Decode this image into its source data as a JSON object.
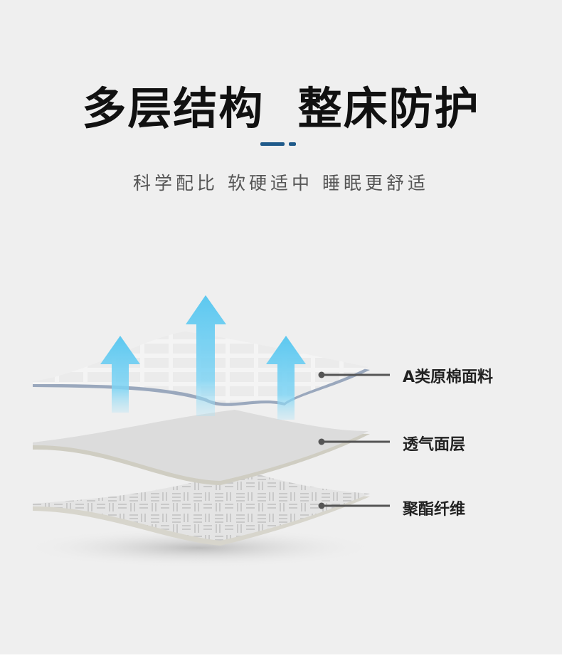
{
  "heading": {
    "title": "多层结构  整床防护",
    "subtitle": "科学配比 软硬适中 睡眠更舒适"
  },
  "layers": [
    {
      "label": "A类原棉面料"
    },
    {
      "label": "透气面层"
    },
    {
      "label": "聚酯纤维"
    }
  ],
  "colors": {
    "accent": "#1f5a8a",
    "arrow": "#5cc8f0",
    "background": "#efefef"
  }
}
